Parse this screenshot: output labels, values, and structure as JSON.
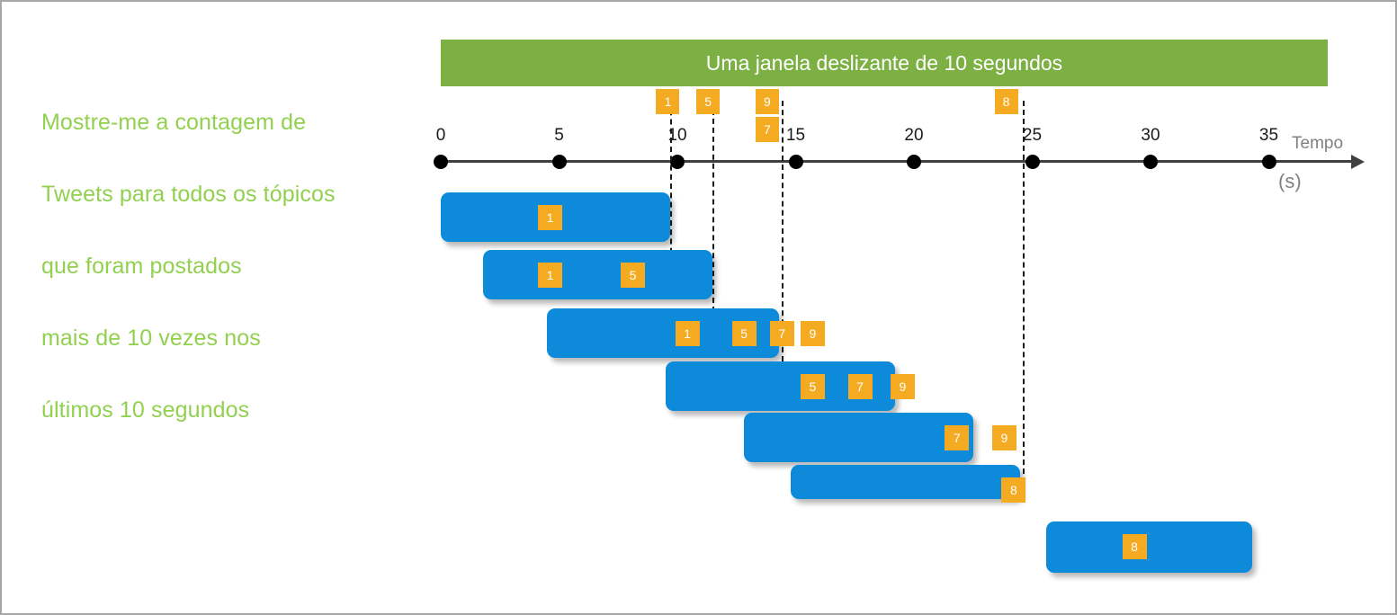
{
  "question": {
    "lines": [
      "Mostre-me a contagem de",
      " Tweets para todos os tópicos",
      "que foram postados",
      "mais de 10 vezes nos",
      "últimos 10 segundos"
    ],
    "color": "#92d050"
  },
  "banner": {
    "label": "Uma janela deslizante de 10 segundos",
    "color": "#7cb043",
    "text_color": "#ffffff"
  },
  "axis": {
    "name": "Tempo",
    "unit": "(s)",
    "ticks": [
      {
        "label": "0",
        "value": 0
      },
      {
        "label": "5",
        "value": 5
      },
      {
        "label": "10",
        "value": 10
      },
      {
        "label": "15",
        "value": 15
      },
      {
        "label": "20",
        "value": 20
      },
      {
        "label": "25",
        "value": 25
      },
      {
        "label": "30",
        "value": 30
      },
      {
        "label": "35",
        "value": 35
      }
    ],
    "color": "#404040",
    "label_color": "#808080"
  },
  "axis_badges": [
    {
      "label": "1",
      "time": 9.6,
      "row": 0
    },
    {
      "label": "5",
      "time": 11.3,
      "row": 0
    },
    {
      "label": "9",
      "time": 13.8,
      "row": 0
    },
    {
      "label": "7",
      "time": 13.8,
      "row": 1
    },
    {
      "label": "8",
      "time": 23.9,
      "row": 0
    }
  ],
  "guides": [
    {
      "time": 9.7
    },
    {
      "time": 11.5
    },
    {
      "time": 14.4
    },
    {
      "time": 24.6
    }
  ],
  "windows": [
    {
      "start": 0,
      "end": 9.7,
      "badges": [
        "1"
      ]
    },
    {
      "start": 1.8,
      "end": 11.5,
      "badges": [
        "1",
        "5"
      ]
    },
    {
      "start": 4.5,
      "end": 14.3,
      "badges": [
        "1",
        "5",
        "7",
        "9"
      ]
    },
    {
      "start": 9.5,
      "end": 19.2,
      "badges": [
        "5",
        "7",
        "9"
      ]
    },
    {
      "start": 12.8,
      "end": 22.5,
      "badges": [
        "7",
        "9"
      ]
    },
    {
      "start": 14.8,
      "end": 24.5,
      "badges": [
        "8"
      ]
    },
    {
      "start": 25.6,
      "end": 34.3,
      "badges": [
        "8"
      ]
    }
  ],
  "colors": {
    "bar": "#0d8ada",
    "badge": "#f5ab21",
    "badge_text": "#ffffff",
    "banner": "#7cb043",
    "question": "#92d050",
    "axis": "#404040"
  }
}
